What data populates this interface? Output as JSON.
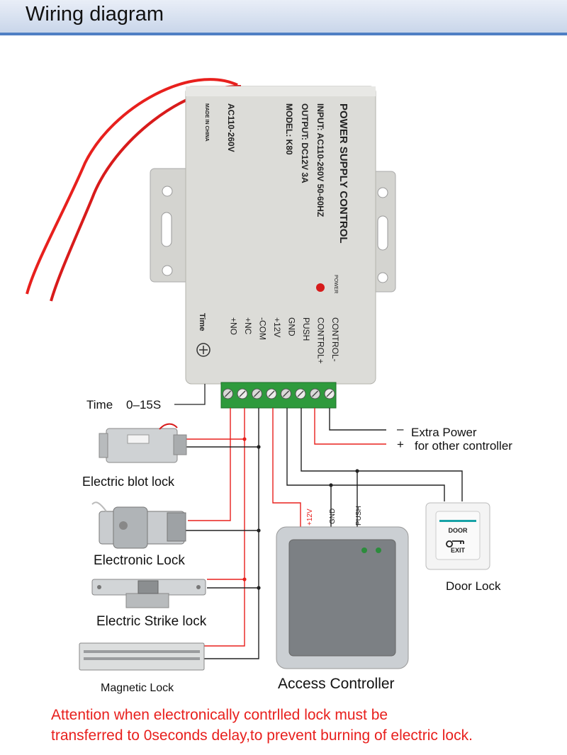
{
  "header": {
    "title": "Wiring diagram"
  },
  "power_supply": {
    "title": "POWER SUPPLY CONTROL",
    "input": "INPUT: AC110-260V 50-60HZ",
    "output": "OUTPUT: DC12V 3A",
    "model": "MODEL: K80",
    "ac_range": "AC110-260V",
    "made_in": "MADE IN CHINA",
    "power_label": "POWER",
    "time_label": "Time",
    "terminals": [
      "CONTROL-",
      "CONTROL+",
      "PUSH",
      "GND",
      "+12V",
      "-COM",
      "+NC",
      "+NO"
    ]
  },
  "labels": {
    "time_range": "Time    0–15S",
    "extra_power_minus": "–",
    "extra_power_plus": "+",
    "extra_power": "Extra Power",
    "for_other": "for other controller",
    "wire_12v": "+12V",
    "wire_gnd": "GND",
    "wire_push": "PUSH",
    "door_title": "DOOR",
    "door_exit": "EXIT"
  },
  "devices": {
    "bolt_lock": "Electric blot lock",
    "electronic_lock": "Electronic Lock",
    "strike_lock": "Electric Strike lock",
    "magnetic_lock": "Magnetic Lock",
    "access_controller": "Access Controller",
    "door_lock": "Door Lock"
  },
  "attention": {
    "line1": "Attention when electronically contrlled lock must be",
    "line2": "transferred to 0seconds delay,to prevent burning of electric lock."
  },
  "colors": {
    "wire_red": "#e8201d",
    "wire_black": "#222222",
    "terminal_green": "#2e9a3c",
    "header_accent": "#4f7fc4"
  }
}
